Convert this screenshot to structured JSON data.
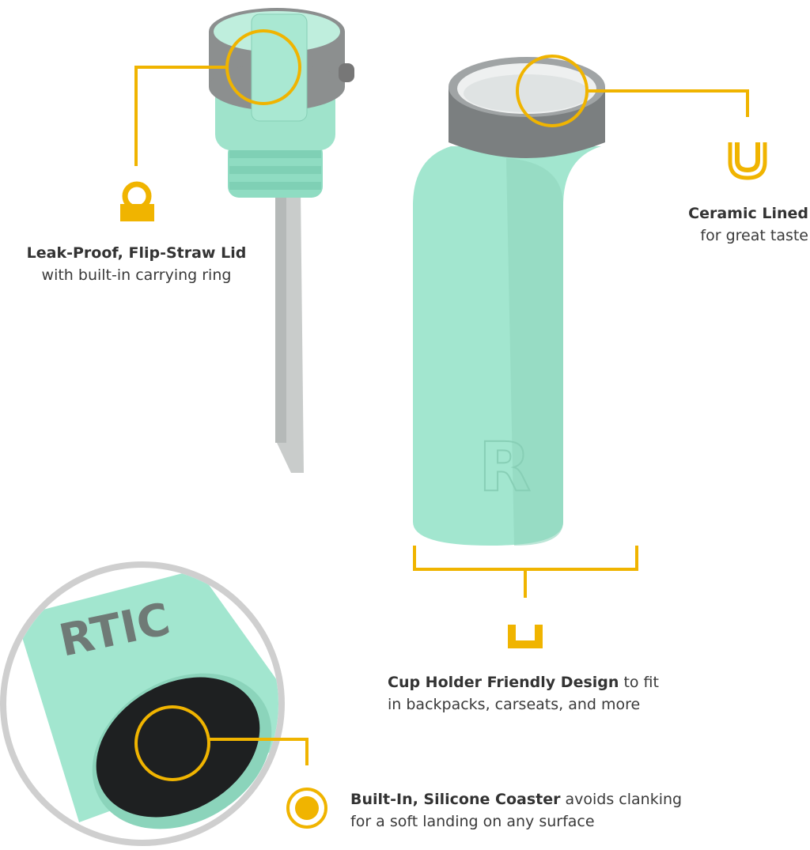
{
  "colors": {
    "accent": "#F0B400",
    "product": "#9FE3CB",
    "text": "#3a3a3a"
  },
  "brand_logo": "RTIC",
  "features": [
    {
      "icon": "carry-ring-icon",
      "title": "Leak-Proof, Flip-Straw Lid",
      "line2": "with built-in carrying ring"
    },
    {
      "icon": "ceramic-liner-icon",
      "title": "Ceramic Lined",
      "line2": "for great taste"
    },
    {
      "icon": "cup-holder-icon",
      "title": "Cup Holder Friendly Design",
      "title_suffix": " to fit",
      "line2": "in backpacks, carseats, and more"
    },
    {
      "icon": "coaster-icon",
      "title": "Built-In, Silicone Coaster",
      "title_suffix": " avoids clanking",
      "line2": "for a soft landing on any surface"
    }
  ]
}
